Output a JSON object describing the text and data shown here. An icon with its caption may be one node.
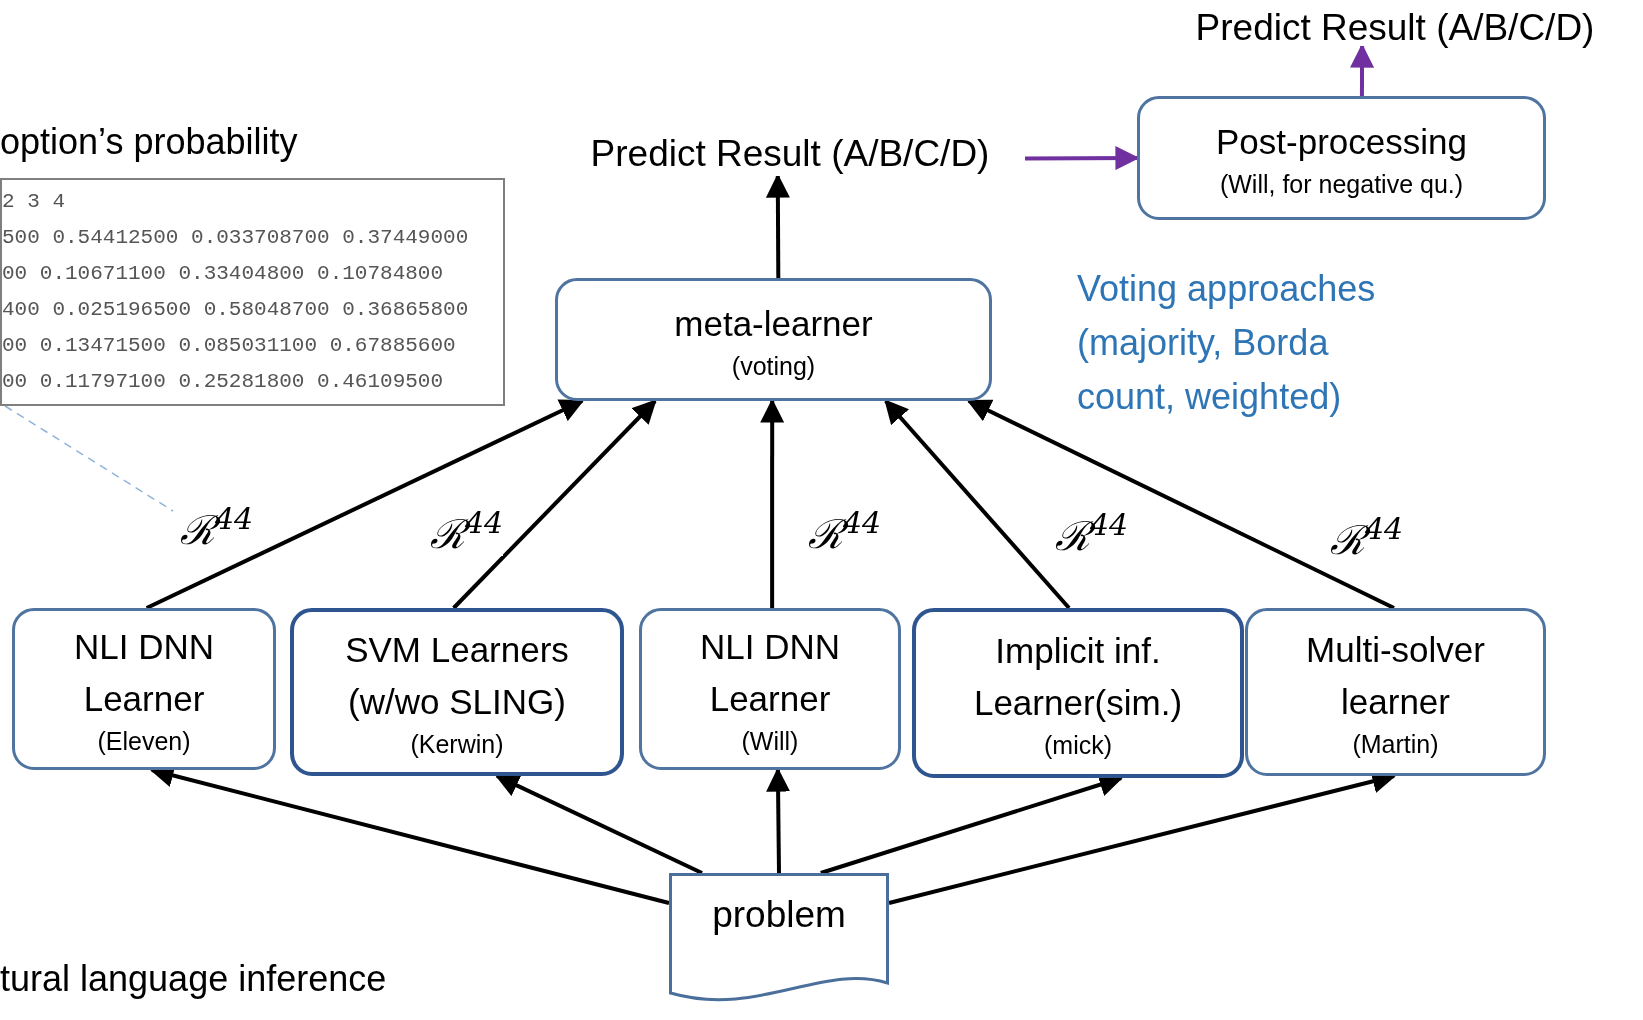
{
  "diagram": {
    "nodes": [
      {
        "text": [
          "option’s probability",
          "2 3 4",
          "500 0.54412500 0.033708700 0.37449000",
          "00 0.10671100 0.33404800 0.10784800",
          "400 0.025196500 0.58048700 0.36865800",
          "00 0.13471500 0.085031100 0.67885600",
          "00 0.11797100 0.25281800 0.46109500"
        ]
      },
      {
        "text": [
          "Predict Result (A/B/C/D)"
        ]
      },
      {
        "text": [
          "Post-processing",
          "(Will, for negative qu.)"
        ]
      },
      {
        "text": [
          "Predict Result (A/B/C/D)"
        ]
      },
      {
        "text": [
          "meta-learner",
          "(voting)"
        ]
      },
      {
        "text": [
          "NLI DNN Learner",
          "(Eleven)"
        ]
      },
      {
        "text": [
          "SVM Learners (w/wo SLING)",
          "(Kerwin)"
        ]
      },
      {
        "text": [
          "NLI DNN Learner",
          "(Will)"
        ]
      },
      {
        "text": [
          "Implicit inf. Learner(sim.)",
          "(mick)"
        ]
      },
      {
        "text": [
          "Multi-solver learner",
          "(Martin)"
        ]
      },
      {
        "text": [
          "problem"
        ]
      }
    ],
    "edges": [
      {
        "from": 10,
        "to": 5,
        "arrow": "to"
      },
      {
        "from": 10,
        "to": 6,
        "arrow": "to"
      },
      {
        "from": 10,
        "to": 7,
        "arrow": "to"
      },
      {
        "from": 10,
        "to": 8,
        "arrow": "to"
      },
      {
        "from": 10,
        "to": 9,
        "arrow": "to"
      },
      {
        "from": 5,
        "to": 4,
        "arrow": "to",
        "label": "ℛ$^{44}$"
      },
      {
        "from": 6,
        "to": 4,
        "arrow": "to",
        "label": "ℛ$^{44}$"
      },
      {
        "from": 7,
        "to": 4,
        "arrow": "to",
        "label": "ℛ$^{44}$"
      },
      {
        "from": 8,
        "to": 4,
        "arrow": "to",
        "label": "ℛ$^{44}$"
      },
      {
        "from": 9,
        "to": 4,
        "arrow": "to",
        "label": "ℛ$^{44}$"
      },
      {
        "from": 4,
        "to": 3,
        "arrow": "to"
      },
      {
        "from": 3,
        "to": 2,
        "arrow": "to",
        "color": "#7030a0"
      },
      {
        "from": 2,
        "to": 1,
        "arrow": "to",
        "color": "#7030a0"
      },
      {
        "from": 0,
        "to": null,
        "arrow": "none",
        "style": "dashed",
        "color": "#8fb4d9"
      }
    ],
    "labels": [
      "Voting approaches (majority, Borda count, weighted)",
      "tural language inference"
    ]
  }
}
